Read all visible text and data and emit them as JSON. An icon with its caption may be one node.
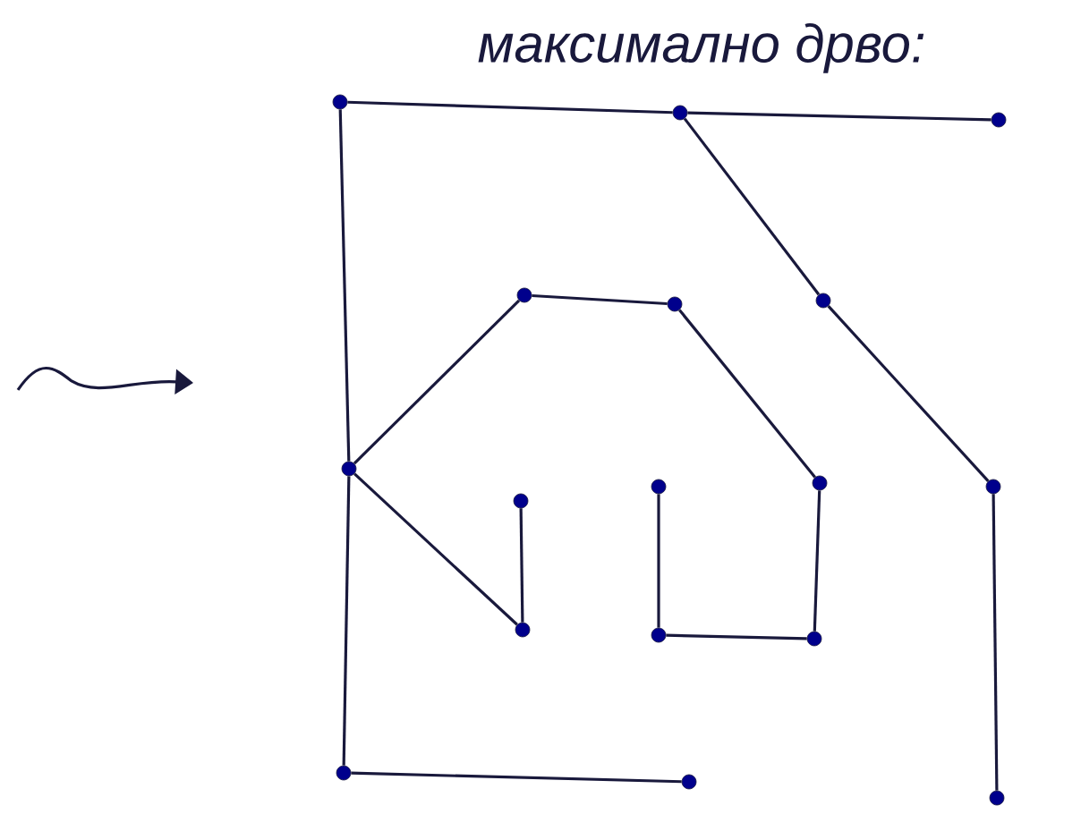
{
  "diagram": {
    "title": "максимално дрво:",
    "nodes": [
      {
        "text": [],
        "shape": "circle"
      },
      {
        "text": [],
        "shape": "circle"
      },
      {
        "text": [],
        "shape": "circle"
      },
      {
        "text": [],
        "shape": "circle"
      },
      {
        "text": [],
        "shape": "circle"
      },
      {
        "text": [],
        "shape": "circle"
      },
      {
        "text": [],
        "shape": "circle"
      },
      {
        "text": [],
        "shape": "circle"
      },
      {
        "text": [],
        "shape": "circle"
      },
      {
        "text": [],
        "shape": "circle"
      },
      {
        "text": [],
        "shape": "circle"
      },
      {
        "text": [],
        "shape": "circle"
      },
      {
        "text": [],
        "shape": "circle"
      },
      {
        "text": [],
        "shape": "circle"
      },
      {
        "text": [],
        "shape": "circle"
      },
      {
        "text": [],
        "shape": "circle"
      },
      {
        "text": [],
        "shape": "circle"
      }
    ],
    "edges": [
      {
        "from": 0,
        "to": 1,
        "arrow": "none"
      },
      {
        "from": 1,
        "to": 2,
        "arrow": "none"
      },
      {
        "from": 1,
        "to": 5,
        "arrow": "none"
      },
      {
        "from": 5,
        "to": 10,
        "arrow": "none"
      },
      {
        "from": 10,
        "to": 16,
        "arrow": "none"
      },
      {
        "from": 0,
        "to": 6,
        "arrow": "none"
      },
      {
        "from": 6,
        "to": 14,
        "arrow": "none"
      },
      {
        "from": 14,
        "to": 15,
        "arrow": "none"
      },
      {
        "from": 6,
        "to": 3,
        "arrow": "none"
      },
      {
        "from": 3,
        "to": 4,
        "arrow": "none"
      },
      {
        "from": 4,
        "to": 9,
        "arrow": "none"
      },
      {
        "from": 9,
        "to": 13,
        "arrow": "none"
      },
      {
        "from": 13,
        "to": 12,
        "arrow": "none"
      },
      {
        "from": 12,
        "to": 8,
        "arrow": "none"
      },
      {
        "from": 6,
        "to": 11,
        "arrow": "none"
      },
      {
        "from": 11,
        "to": 7,
        "arrow": "none"
      }
    ]
  }
}
